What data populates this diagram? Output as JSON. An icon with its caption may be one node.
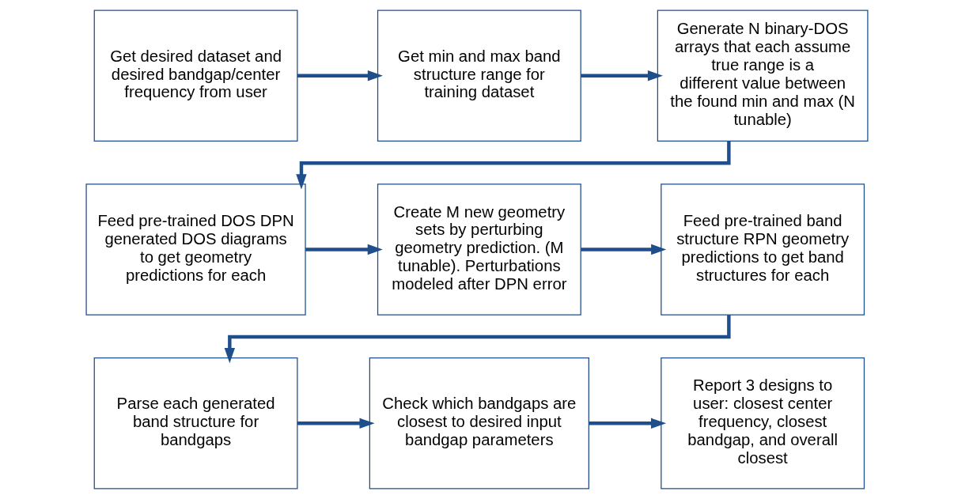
{
  "diagram": {
    "nodes": [
      {
        "text": [
          "Get desired dataset and desired bandgap/center frequency from user"
        ]
      },
      {
        "text": [
          "Get min and max band structure range for training dataset"
        ]
      },
      {
        "text": [
          "Generate N binary-DOS arrays that each assume true range is a different value between the found min and max (N tunable)"
        ]
      },
      {
        "text": [
          "Feed pre-trained DOS DPN generated DOS diagrams to get geometry predictions for each"
        ]
      },
      {
        "text": [
          "Create M new geometry sets by perturbing geometry prediction. (M tunable). Perturbations modeled after DPN error"
        ]
      },
      {
        "text": [
          "Feed pre-trained band structure RPN geometry predictions to get band structures for each"
        ]
      },
      {
        "text": [
          "Parse each generated band structure for bandgaps"
        ]
      },
      {
        "text": [
          "Check which bandgaps are closest to desired input bandgap parameters"
        ]
      },
      {
        "text": [
          "Report 3 designs to user: closest center frequency, closest bandgap, and overall closest"
        ]
      }
    ],
    "edges": [
      {
        "from": 0,
        "to": 1,
        "arrow": "to"
      },
      {
        "from": 1,
        "to": 2,
        "arrow": "to"
      },
      {
        "from": 2,
        "to": 3,
        "arrow": "to"
      },
      {
        "from": 3,
        "to": 4,
        "arrow": "to"
      },
      {
        "from": 4,
        "to": 5,
        "arrow": "to"
      },
      {
        "from": 5,
        "to": 6,
        "arrow": "to"
      },
      {
        "from": 6,
        "to": 7,
        "arrow": "to"
      },
      {
        "from": 7,
        "to": 8,
        "arrow": "to"
      }
    ]
  }
}
